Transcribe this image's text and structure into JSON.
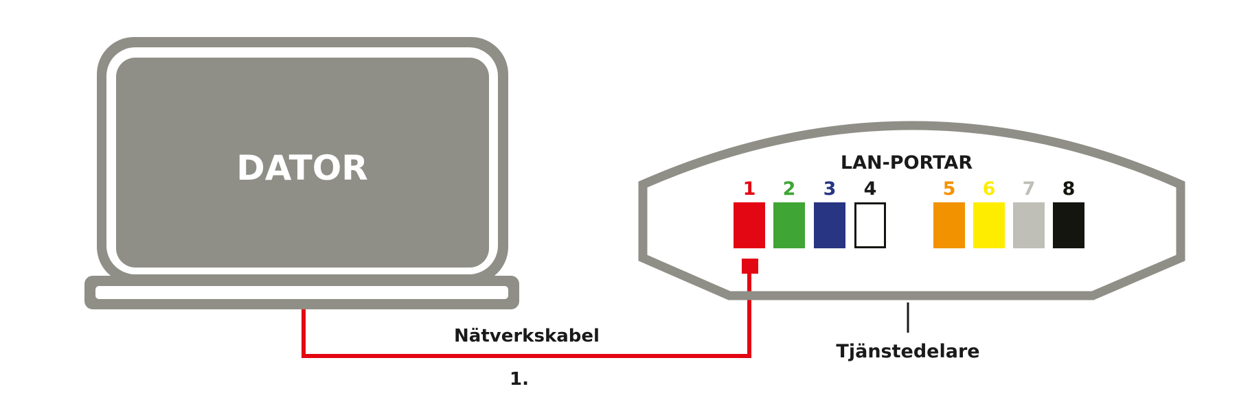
{
  "computer": {
    "label": "DATOR",
    "body_color": "#8f8f87",
    "label_color": "#ffffff"
  },
  "router": {
    "ports_title": "LAN-PORTAR",
    "caption": "Tjänstedelare",
    "outline_color": "#8f8f87",
    "ports": [
      {
        "number": "1",
        "color": "#e30613",
        "label_color": "#e30613",
        "hollow": false
      },
      {
        "number": "2",
        "color": "#3fa535",
        "label_color": "#3fa535",
        "hollow": false
      },
      {
        "number": "3",
        "color": "#283583",
        "label_color": "#283583",
        "hollow": false
      },
      {
        "number": "4",
        "color": "#ffffff",
        "label_color": "#1a1a1a",
        "hollow": true
      },
      {
        "number": "5",
        "color": "#f39200",
        "label_color": "#f39200",
        "hollow": false
      },
      {
        "number": "6",
        "color": "#ffed00",
        "label_color": "#ffed00",
        "hollow": false
      },
      {
        "number": "7",
        "color": "#bfbfb8",
        "label_color": "#bfbfb8",
        "hollow": false
      },
      {
        "number": "8",
        "color": "#15150f",
        "label_color": "#15150f",
        "hollow": false
      }
    ]
  },
  "cable": {
    "label": "Nätverkskabel",
    "step": "1.",
    "color": "#e30613"
  }
}
